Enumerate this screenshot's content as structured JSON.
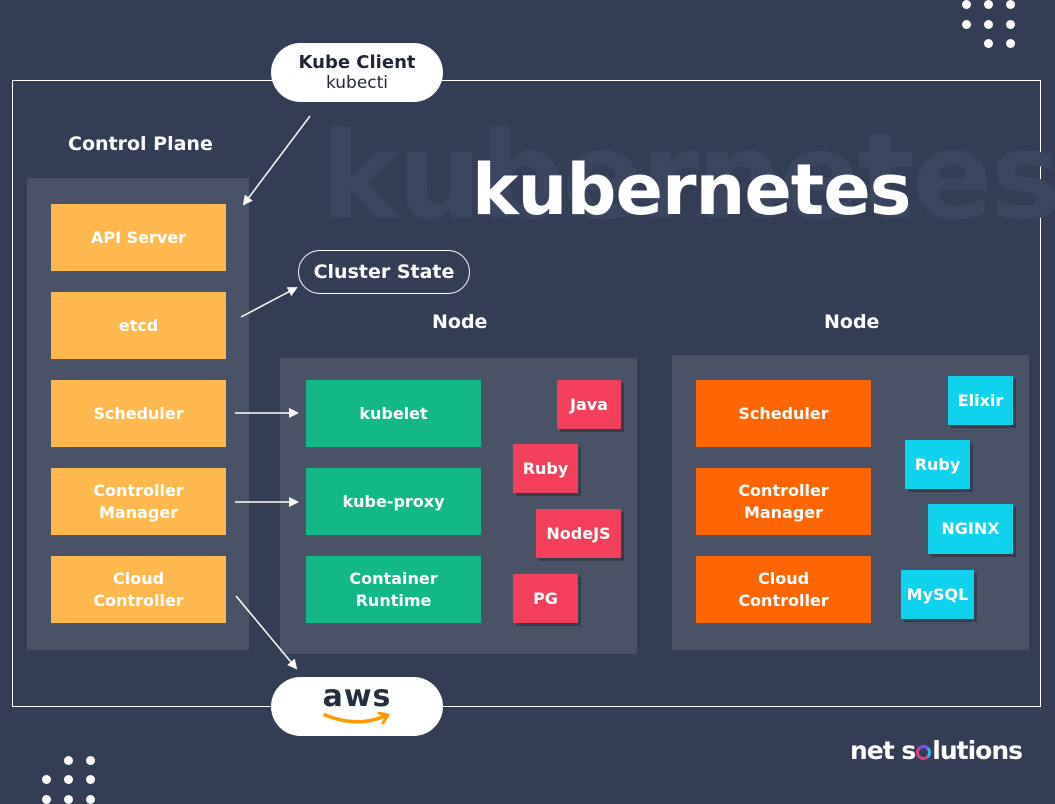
{
  "title": "kubernetes",
  "watermark": "kubernetes",
  "kube_client": {
    "line1": "Kube Client",
    "line2": "kubecti"
  },
  "cluster_state": "Cluster State",
  "aws": {
    "text": "aws"
  },
  "control_plane": {
    "label": "Control Plane",
    "items": [
      "API Server",
      "etcd",
      "Scheduler",
      "Controller\nManager",
      "Cloud\nController"
    ]
  },
  "node1": {
    "label": "Node",
    "components": [
      "kubelet",
      "kube-proxy",
      "Container\nRuntime"
    ],
    "apps": [
      "Java",
      "Ruby",
      "NodeJS",
      "PG"
    ]
  },
  "node2": {
    "label": "Node",
    "components": [
      "Scheduler",
      "Controller\nManager",
      "Cloud\nController"
    ],
    "apps": [
      "Elixir",
      "Ruby",
      "NGINX",
      "MySQL"
    ]
  },
  "brand": {
    "part1": "net s",
    "part2": "lutions"
  },
  "colors": {
    "background": "#333d56",
    "control_plane_item": "#ffb84d",
    "node_component": "#12b886",
    "node2_component": "#ff6500",
    "app_red": "#f23f5a",
    "app_cyan": "#0fd3ec",
    "aws_orange": "#f90"
  }
}
